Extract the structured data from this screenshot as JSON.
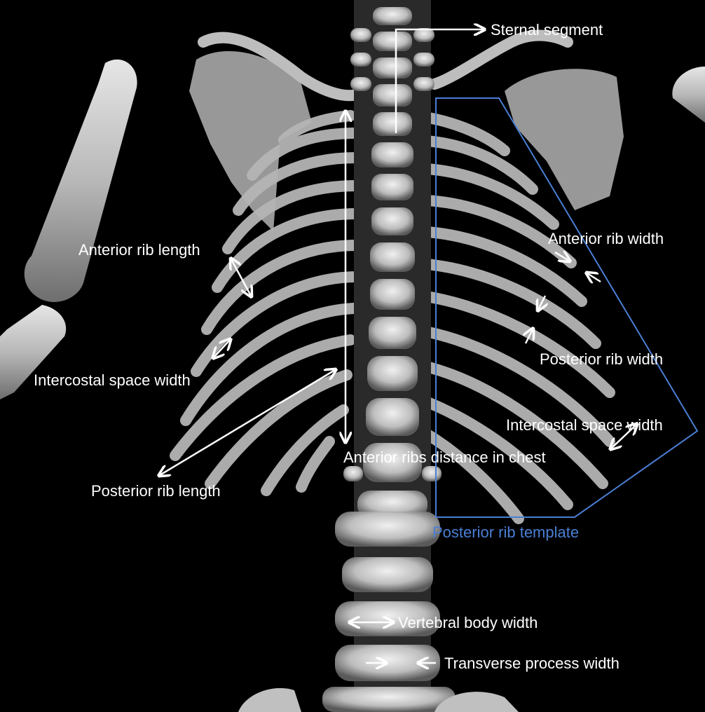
{
  "figure": {
    "labels": {
      "sternal_segment": "Sternal segment",
      "anterior_rib_length": "Anterior rib length",
      "intercostal_space_width_left": "Intercostal space width",
      "posterior_rib_length": "Posterior rib length",
      "anterior_rib_width": "Anterior rib width",
      "posterior_rib_width": "Posterior rib width",
      "intercostal_space_width_right": "Intercostal space width",
      "anterior_ribs_distance": "Anterior ribs distance in chest",
      "posterior_rib_template": "Posterior rib template",
      "vertebral_body_width": "Vertebral body width",
      "transverse_process_width": "Transverse process width"
    },
    "colors": {
      "background": "#000000",
      "bone": "#c9c9c9",
      "annotation": "#ffffff",
      "template_outline": "#4a7fd4"
    }
  }
}
